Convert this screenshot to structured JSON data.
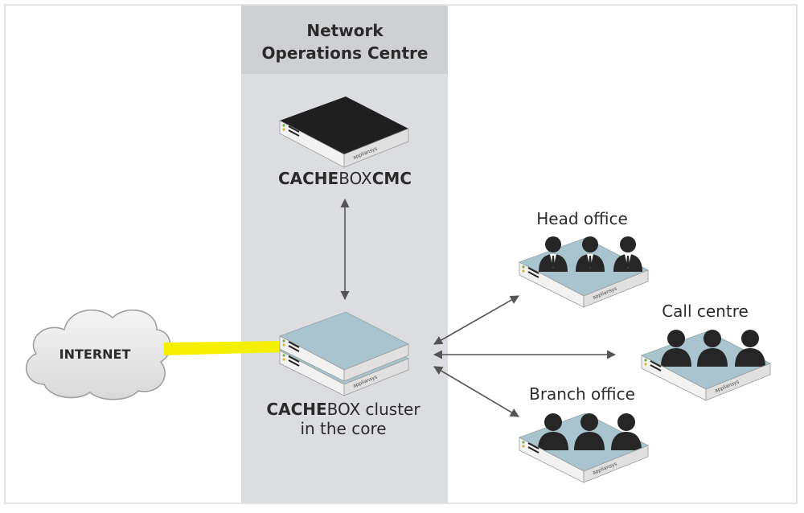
{
  "noc": {
    "title_line1": "Network",
    "title_line2": "Operations Centre"
  },
  "cmc": {
    "prefix": "CACHE",
    "middle": "BOX",
    "suffix": "CMC"
  },
  "cluster": {
    "prefix": "CACHE",
    "middle": "BOX cluster",
    "line2": "in the core"
  },
  "internet": {
    "label": "INTERNET"
  },
  "sites": {
    "head": {
      "label": "Head office"
    },
    "call": {
      "label": "Call centre"
    },
    "branch": {
      "label": "Branch office"
    }
  },
  "device_brand": "appliansys",
  "colors": {
    "noc_band": "#dcdde0",
    "noc_header": "#cfd0d3",
    "appliance_top": "#a9c4cd",
    "appliance_dark": "#1e1e1e",
    "link_yellow": "#f4f000",
    "arrow": "#555555",
    "person": "#262626"
  },
  "icons": [
    "cloud-icon",
    "appliance-icon",
    "person-icon",
    "arrow-icon"
  ]
}
